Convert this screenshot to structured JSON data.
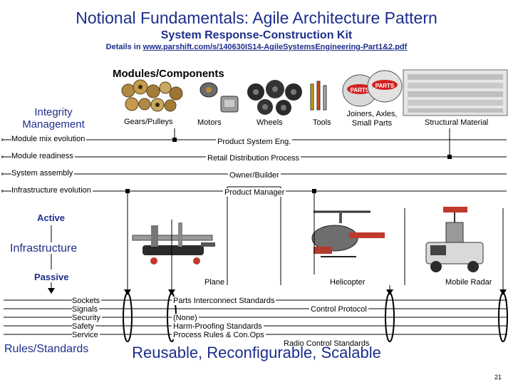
{
  "header": {
    "title": "Notional Fundamentals: Agile Architecture Pattern",
    "subtitle": "System Response-Construction Kit",
    "details_prefix": "Details in ",
    "details_url": "www.parshift.com/s/140630IS14-AgileSystemsEngineering-Part1&2.pdf"
  },
  "modules": {
    "heading": "Modules/Components",
    "items": [
      "Gears/Pulleys",
      "Motors",
      "Wheels",
      "Tools",
      "Joiners, Axles, Small Parts",
      "Structural Material"
    ]
  },
  "integrity": {
    "heading": "Integrity Management",
    "left_items": [
      "Module mix evolution",
      "Module readiness",
      "System assembly",
      "Infrastructure evolution"
    ],
    "right_items": [
      "Product System Eng.",
      "Retail Distribution Process",
      "Owner/Builder",
      "Product Manager"
    ]
  },
  "infrastructure": {
    "active": "Active",
    "heading": "Infrastructure",
    "passive": "Passive",
    "products": [
      "Plane",
      "Helicopter",
      "Mobile Radar"
    ]
  },
  "rules": {
    "heading": "Rules/Standards",
    "list": [
      "Sockets",
      "Signals",
      "Security",
      "Safety",
      "Service"
    ],
    "parts_interconnect": "Parts Interconnect Standards",
    "control_protocol": "Control Protocol",
    "harm_lines": [
      "(None)",
      "Harm-Proofing Standards",
      "Process Rules & Con.Ops"
    ],
    "radio_control": "Radio Control Standards"
  },
  "footer": {
    "tagline": "Reusable, Reconfigurable, Scalable",
    "page_number": "21"
  },
  "colors": {
    "title_blue": "#1c2e8c",
    "line": "#000000"
  }
}
